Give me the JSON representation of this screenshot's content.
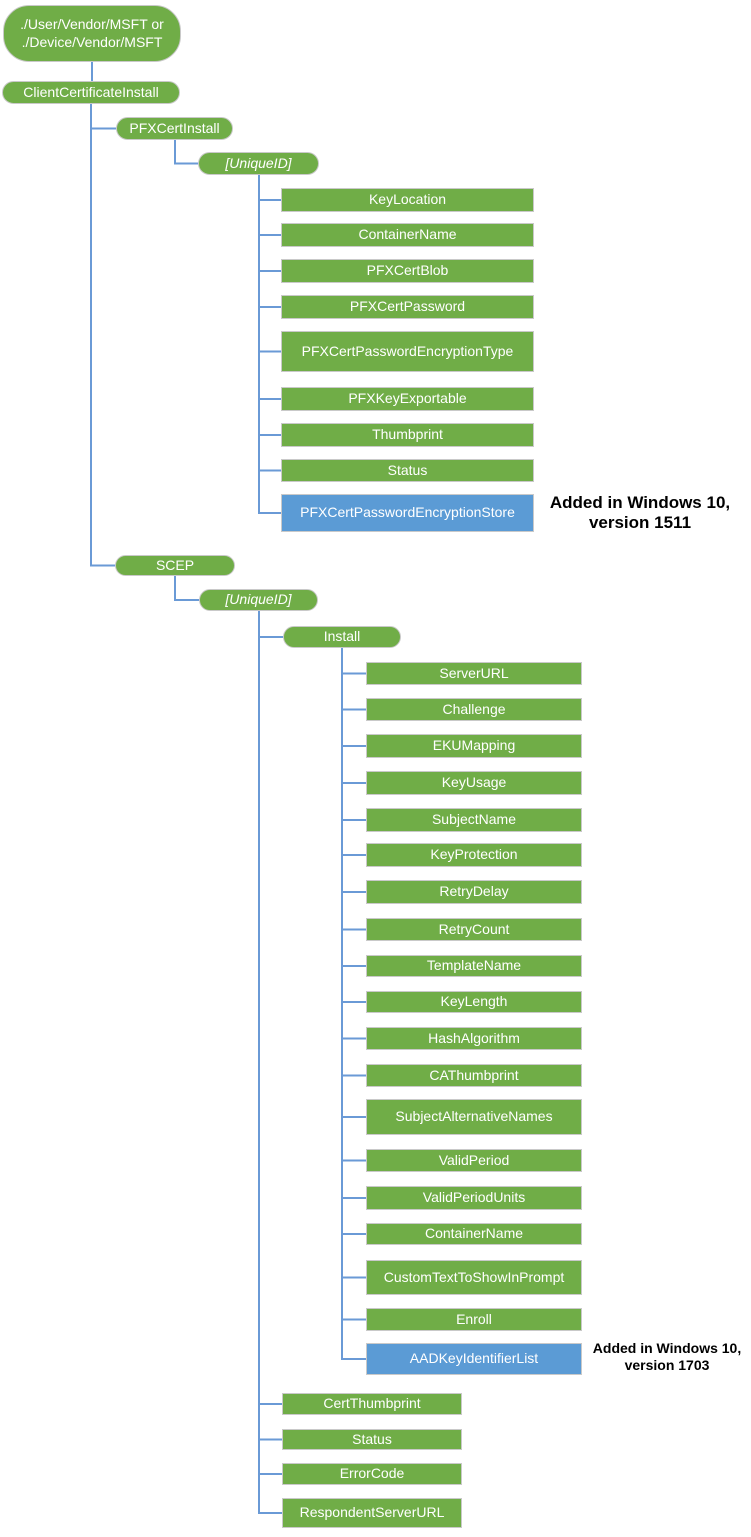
{
  "colors": {
    "node_green": "#70AD47",
    "node_blue": "#5B9BD5",
    "connector": "#6A9AD6",
    "node_border": "#c9c9c9",
    "node_text": "#ffffff",
    "annotation_text": "#000000"
  },
  "tree": {
    "id": "root",
    "label": "./User/Vendor/MSFT or\n./Device/Vendor/MSFT",
    "shape": "root",
    "children": [
      {
        "id": "clientCertificateInstall",
        "label": "ClientCertificateInstall",
        "shape": "pill",
        "children": [
          {
            "id": "pfxCertInstall",
            "label": "PFXCertInstall",
            "shape": "pill",
            "children": [
              {
                "id": "pfxUniqueID",
                "label": "[UniqueID]",
                "shape": "pill",
                "italic": true,
                "children": [
                  {
                    "id": "keyLocation",
                    "label": "KeyLocation",
                    "shape": "leaf"
                  },
                  {
                    "id": "pfxContainerName",
                    "label": "ContainerName",
                    "shape": "leaf"
                  },
                  {
                    "id": "pfxCertBlob",
                    "label": "PFXCertBlob",
                    "shape": "leaf"
                  },
                  {
                    "id": "pfxCertPassword",
                    "label": "PFXCertPassword",
                    "shape": "leaf"
                  },
                  {
                    "id": "pfxCertPasswordEncryptionType",
                    "label": "PFXCertPasswordEncryptionType",
                    "shape": "leaf"
                  },
                  {
                    "id": "pfxKeyExportable",
                    "label": "PFXKeyExportable",
                    "shape": "leaf"
                  },
                  {
                    "id": "thumbprint",
                    "label": "Thumbprint",
                    "shape": "leaf"
                  },
                  {
                    "id": "pfxStatus",
                    "label": "Status",
                    "shape": "leaf"
                  },
                  {
                    "id": "pfxCertPasswordEncryptionStore",
                    "label": "PFXCertPasswordEncryptionStore",
                    "shape": "leaf",
                    "color": "blue",
                    "annotation": "Added in Windows 10,\nversion 1511"
                  }
                ]
              }
            ]
          },
          {
            "id": "scep",
            "label": "SCEP",
            "shape": "pill",
            "children": [
              {
                "id": "scepUniqueID",
                "label": "[UniqueID]",
                "shape": "pill",
                "italic": true,
                "children": [
                  {
                    "id": "install",
                    "label": "Install",
                    "shape": "pill",
                    "children": [
                      {
                        "id": "serverURL",
                        "label": "ServerURL",
                        "shape": "leaf"
                      },
                      {
                        "id": "challenge",
                        "label": "Challenge",
                        "shape": "leaf"
                      },
                      {
                        "id": "ekuMapping",
                        "label": "EKUMapping",
                        "shape": "leaf"
                      },
                      {
                        "id": "keyUsage",
                        "label": "KeyUsage",
                        "shape": "leaf"
                      },
                      {
                        "id": "subjectName",
                        "label": "SubjectName",
                        "shape": "leaf"
                      },
                      {
                        "id": "keyProtection",
                        "label": "KeyProtection",
                        "shape": "leaf"
                      },
                      {
                        "id": "retryDelay",
                        "label": "RetryDelay",
                        "shape": "leaf"
                      },
                      {
                        "id": "retryCount",
                        "label": "RetryCount",
                        "shape": "leaf"
                      },
                      {
                        "id": "templateName",
                        "label": "TemplateName",
                        "shape": "leaf"
                      },
                      {
                        "id": "keyLength",
                        "label": "KeyLength",
                        "shape": "leaf"
                      },
                      {
                        "id": "hashAlgorithm",
                        "label": "HashAlgorithm",
                        "shape": "leaf"
                      },
                      {
                        "id": "caThumbprint",
                        "label": "CAThumbprint",
                        "shape": "leaf"
                      },
                      {
                        "id": "subjectAlternativeNames",
                        "label": "SubjectAlternativeNames",
                        "shape": "leaf"
                      },
                      {
                        "id": "validPeriod",
                        "label": "ValidPeriod",
                        "shape": "leaf"
                      },
                      {
                        "id": "validPeriodUnits",
                        "label": "ValidPeriodUnits",
                        "shape": "leaf"
                      },
                      {
                        "id": "installContainerName",
                        "label": "ContainerName",
                        "shape": "leaf"
                      },
                      {
                        "id": "customTextToShowInPrompt",
                        "label": "CustomTextToShowInPrompt",
                        "shape": "leaf"
                      },
                      {
                        "id": "enroll",
                        "label": "Enroll",
                        "shape": "leaf"
                      },
                      {
                        "id": "aadKeyIdentifierList",
                        "label": "AADKeyIdentifierList",
                        "shape": "leaf",
                        "color": "blue",
                        "annotation": "Added in Windows 10,\nversion 1703"
                      }
                    ]
                  },
                  {
                    "id": "certThumbprint",
                    "label": "CertThumbprint",
                    "shape": "leaf"
                  },
                  {
                    "id": "scepStatus",
                    "label": "Status",
                    "shape": "leaf"
                  },
                  {
                    "id": "errorCode",
                    "label": "ErrorCode",
                    "shape": "leaf"
                  },
                  {
                    "id": "respondentServerURL",
                    "label": "RespondentServerURL",
                    "shape": "leaf"
                  }
                ]
              }
            ]
          }
        ]
      }
    ]
  }
}
